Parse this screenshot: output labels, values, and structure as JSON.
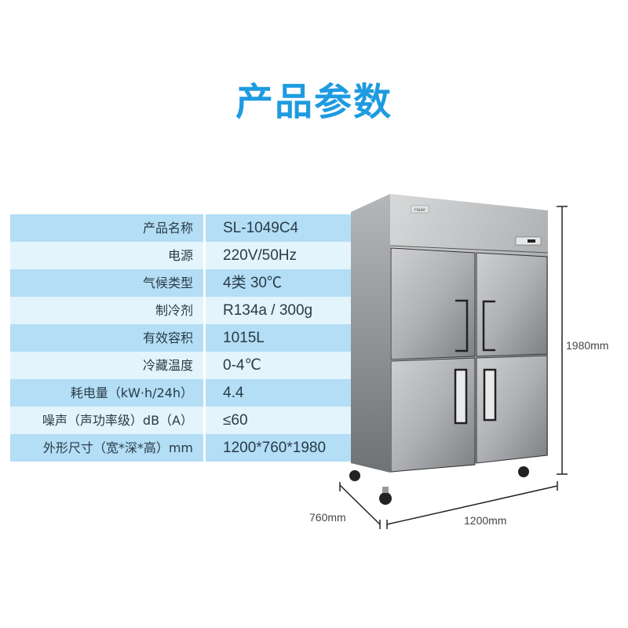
{
  "title": "产品参数",
  "specs": [
    {
      "label": "产品名称",
      "value": "SL-1049C4"
    },
    {
      "label": "电源",
      "value": "220V/50Hz"
    },
    {
      "label": "气候类型",
      "value": "4类 30℃"
    },
    {
      "label": "制冷剂",
      "value": "R134a / 300g"
    },
    {
      "label": "有效容积",
      "value": "1015L"
    },
    {
      "label": "冷藏温度",
      "value": "0-4℃"
    },
    {
      "label": "耗电量（kW·h/24h）",
      "value": "4.4"
    },
    {
      "label": "噪声（声功率级）dB（A）",
      "value": "≤60"
    },
    {
      "label": "外形尺寸（宽*深*高）mm",
      "value": "1200*760*1980"
    }
  ],
  "product_image": {
    "brand_logo": "Haier",
    "dimensions": {
      "height": "1980mm",
      "depth": "760mm",
      "width": "1200mm"
    }
  },
  "colors": {
    "title": "#1e9be0",
    "row_dark": "#b3def5",
    "row_light": "#e3f4fc",
    "text": "#2a3a48"
  }
}
